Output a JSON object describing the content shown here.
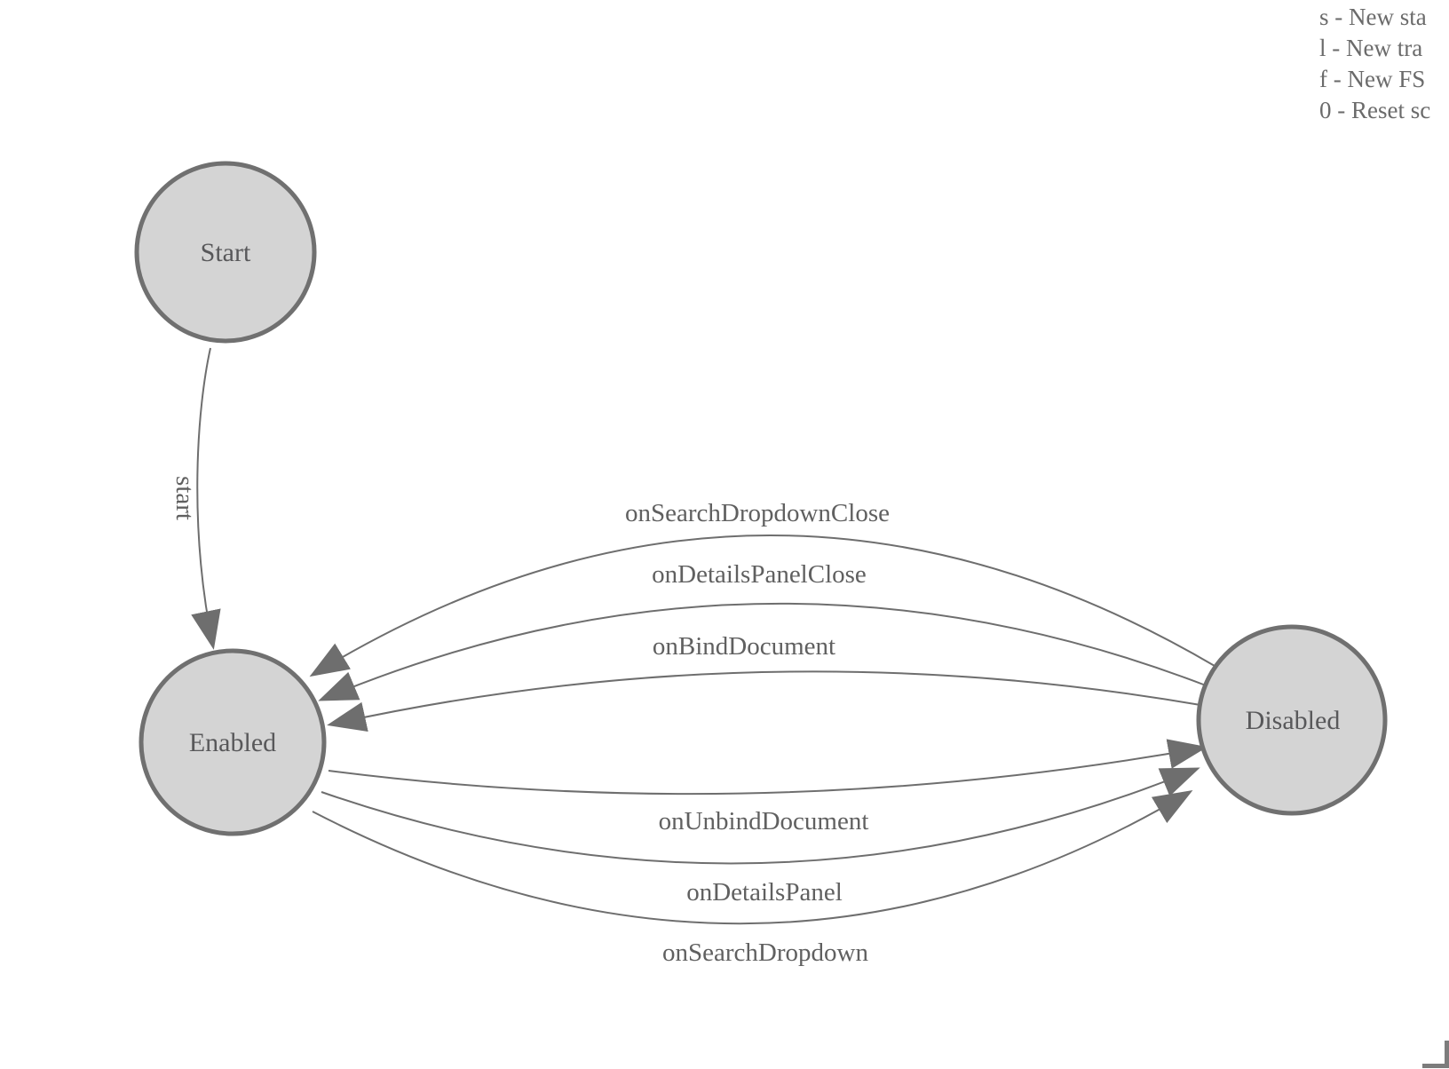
{
  "legend": {
    "lines": [
      "s - New sta",
      "l - New tra",
      "f - New FS",
      "0 - Reset sc"
    ]
  },
  "states": {
    "start": {
      "label": "Start"
    },
    "enabled": {
      "label": "Enabled"
    },
    "disabled": {
      "label": "Disabled"
    }
  },
  "transitions": {
    "start": {
      "label": "start",
      "from": "Start",
      "to": "Enabled"
    },
    "onSearchDropdownClose": {
      "label": "onSearchDropdownClose",
      "from": "Disabled",
      "to": "Enabled"
    },
    "onDetailsPanelClose": {
      "label": "onDetailsPanelClose",
      "from": "Disabled",
      "to": "Enabled"
    },
    "onBindDocument": {
      "label": "onBindDocument",
      "from": "Disabled",
      "to": "Enabled"
    },
    "onUnbindDocument": {
      "label": "onUnbindDocument",
      "from": "Enabled",
      "to": "Disabled"
    },
    "onDetailsPanel": {
      "label": "onDetailsPanel",
      "from": "Enabled",
      "to": "Disabled"
    },
    "onSearchDropdown": {
      "label": "onSearchDropdown",
      "from": "Enabled",
      "to": "Disabled"
    }
  },
  "colors": {
    "state_fill": "#d4d4d4",
    "state_stroke": "#707070",
    "edge_stroke": "#6e6e6e",
    "arrow_fill": "#6e6e6e",
    "state_label_text": "#58585a",
    "edge_label_text": "#606060",
    "legend_text": "#6b6b6b",
    "corner_marker": "#7c7c7c",
    "background": "#ffffff"
  }
}
